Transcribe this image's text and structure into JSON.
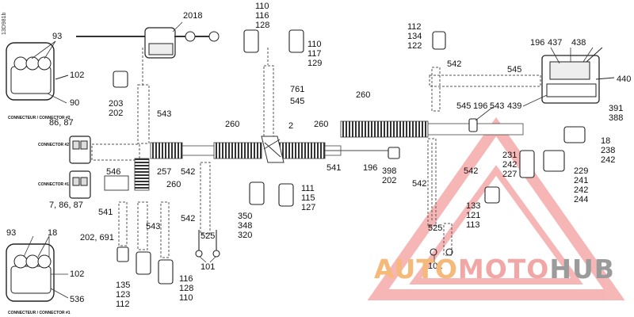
{
  "diagram": {
    "doc_code": "13D981b",
    "connector_labels": {
      "top": "CONNECTEUR / CONNECTOR #2",
      "bottom": "CONNECTEUR / CONNECTOR #1",
      "side_a": "CONNECTOR #2",
      "side_b": "CONNECTOR #1"
    },
    "callouts": [
      {
        "id": "c93a",
        "text": "93"
      },
      {
        "id": "c102a",
        "text": "102"
      },
      {
        "id": "c90",
        "text": "90"
      },
      {
        "id": "c2018",
        "text": "2018"
      },
      {
        "id": "c110top",
        "text": "110\n116\n128"
      },
      {
        "id": "c110r",
        "text": "110\n117\n129"
      },
      {
        "id": "c761",
        "text": "761"
      },
      {
        "id": "c545a",
        "text": "545"
      },
      {
        "id": "c203",
        "text": "203\n202"
      },
      {
        "id": "c543a",
        "text": "543"
      },
      {
        "id": "c86",
        "text": "86, 87"
      },
      {
        "id": "c260a",
        "text": "260"
      },
      {
        "id": "c2",
        "text": "2"
      },
      {
        "id": "c260b",
        "text": "260"
      },
      {
        "id": "c260c",
        "text": "260"
      },
      {
        "id": "c546",
        "text": "546"
      },
      {
        "id": "c257",
        "text": "257"
      },
      {
        "id": "c542a",
        "text": "542"
      },
      {
        "id": "c260d",
        "text": "260"
      },
      {
        "id": "c7",
        "text": "7, 86, 87"
      },
      {
        "id": "c541a",
        "text": "541"
      },
      {
        "id": "c196a",
        "text": "196"
      },
      {
        "id": "c398",
        "text": "398\n202"
      },
      {
        "id": "c111",
        "text": "111\n115\n127"
      },
      {
        "id": "c350",
        "text": "350\n348\n320"
      },
      {
        "id": "c541b",
        "text": "541"
      },
      {
        "id": "c542b",
        "text": "542"
      },
      {
        "id": "c543b",
        "text": "543"
      },
      {
        "id": "c202",
        "text": "202, 691"
      },
      {
        "id": "c525a",
        "text": "525"
      },
      {
        "id": "c101a",
        "text": "101"
      },
      {
        "id": "c135",
        "text": "135\n123\n112"
      },
      {
        "id": "c116",
        "text": "116\n128\n110"
      },
      {
        "id": "c93b",
        "text": "93"
      },
      {
        "id": "c18a",
        "text": "18"
      },
      {
        "id": "c102b",
        "text": "102"
      },
      {
        "id": "c536",
        "text": "536"
      },
      {
        "id": "c112",
        "text": "112\n134\n122"
      },
      {
        "id": "c542c",
        "text": "542"
      },
      {
        "id": "c196b",
        "text": "196"
      },
      {
        "id": "c437",
        "text": "437"
      },
      {
        "id": "c438",
        "text": "438"
      },
      {
        "id": "c545b",
        "text": "545"
      },
      {
        "id": "c440",
        "text": "440"
      },
      {
        "id": "c545c",
        "text": "545"
      },
      {
        "id": "c196c",
        "text": "196"
      },
      {
        "id": "c543c",
        "text": "543"
      },
      {
        "id": "c439",
        "text": "439"
      },
      {
        "id": "c391",
        "text": "391\n388"
      },
      {
        "id": "c18b",
        "text": "18\n238\n242"
      },
      {
        "id": "c231",
        "text": "231\n242\n227"
      },
      {
        "id": "c229",
        "text": "229\n241\n242\n244"
      },
      {
        "id": "c542d",
        "text": "542"
      },
      {
        "id": "c542e",
        "text": "542"
      },
      {
        "id": "c133",
        "text": "133\n121\n113"
      },
      {
        "id": "c525b",
        "text": "525"
      },
      {
        "id": "c101b",
        "text": "101"
      }
    ],
    "watermark": {
      "part1": "AUTO",
      "part2": "MOTO",
      "part3": "HUB",
      "color1": "#f5b97a",
      "color2": "#f2a7a7",
      "color3": "#9b9b9b",
      "triangle_color": "#f08a8a"
    }
  }
}
